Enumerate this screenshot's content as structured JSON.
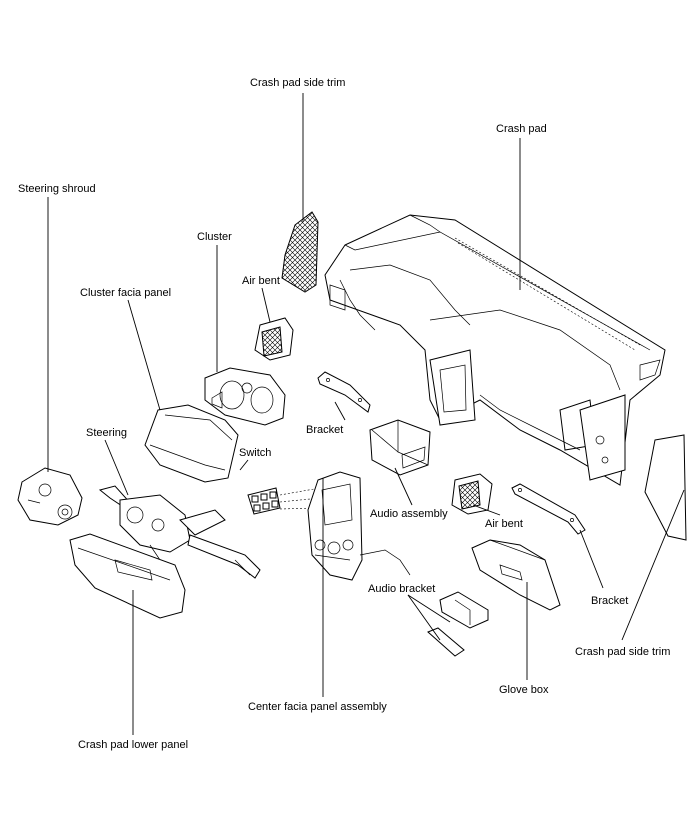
{
  "labels": {
    "crash_pad_side_trim_top": "Crash pad side trim",
    "crash_pad": "Crash pad",
    "steering_shroud": "Steering shroud",
    "cluster": "Cluster",
    "air_bent_left": "Air bent",
    "cluster_facia_panel": "Cluster facia panel",
    "bracket_left": "Bracket",
    "steering": "Steering",
    "switch": "Switch",
    "audio_assembly": "Audio assembly",
    "air_bent_right": "Air bent",
    "bracket_right": "Bracket",
    "audio_bracket": "Audio bracket",
    "crash_pad_side_trim_right": "Crash pad side trim",
    "glove_box": "Glove box",
    "center_facia_panel_assembly": "Center facia panel assembly",
    "crash_pad_lower_panel": "Crash pad lower panel"
  }
}
